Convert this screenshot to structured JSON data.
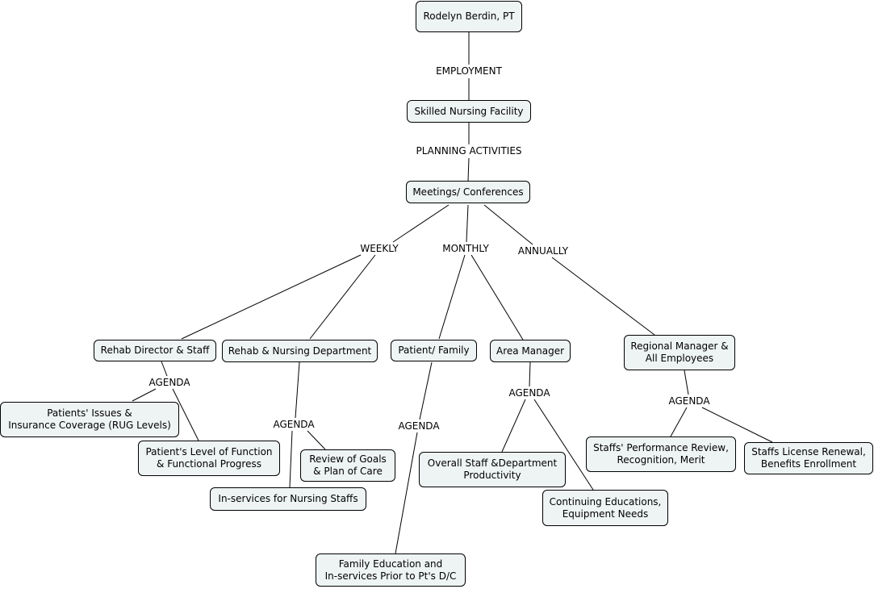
{
  "nodes": {
    "root": "Rodelyn Berdin, PT",
    "snf": "Skilled Nursing Facility",
    "meetings": "Meetings/ Conferences",
    "rehab_director": "Rehab Director & Staff",
    "rehab_nursing": "Rehab & Nursing Department",
    "patient_family": "Patient/ Family",
    "area_manager": "Area Manager",
    "regional_manager": "Regional Manager &\nAll Employees",
    "patients_issues": "Patients' Issues &\nInsurance Coverage (RUG Levels)",
    "level_of_function": "Patient's Level of Function\n& Functional Progress",
    "review_goals": "Review of Goals\n& Plan of Care",
    "inservices_nursing": "In-services for Nursing Staffs",
    "family_education": "Family Education and\nIn-services Prior to Pt's D/C",
    "overall_staff": "Overall Staff &Department\nProductivity",
    "continuing_ed": "Continuing Educations,\nEquipment Needs",
    "staff_performance": "Staffs' Performance Review,\nRecognition, Merit",
    "license_renewal": "Staffs License Renewal,\nBenefits Enrollment"
  },
  "links": {
    "employment": "EMPLOYMENT",
    "planning": "PLANNING ACTIVITIES",
    "weekly": "WEEKLY",
    "monthly": "MONTHLY",
    "annually": "ANNUALLY",
    "agenda_rehab_director": "AGENDA",
    "agenda_rehab_nursing": "AGENDA",
    "agenda_patient_family": "AGENDA",
    "agenda_area_manager": "AGENDA",
    "agenda_regional": "AGENDA"
  }
}
